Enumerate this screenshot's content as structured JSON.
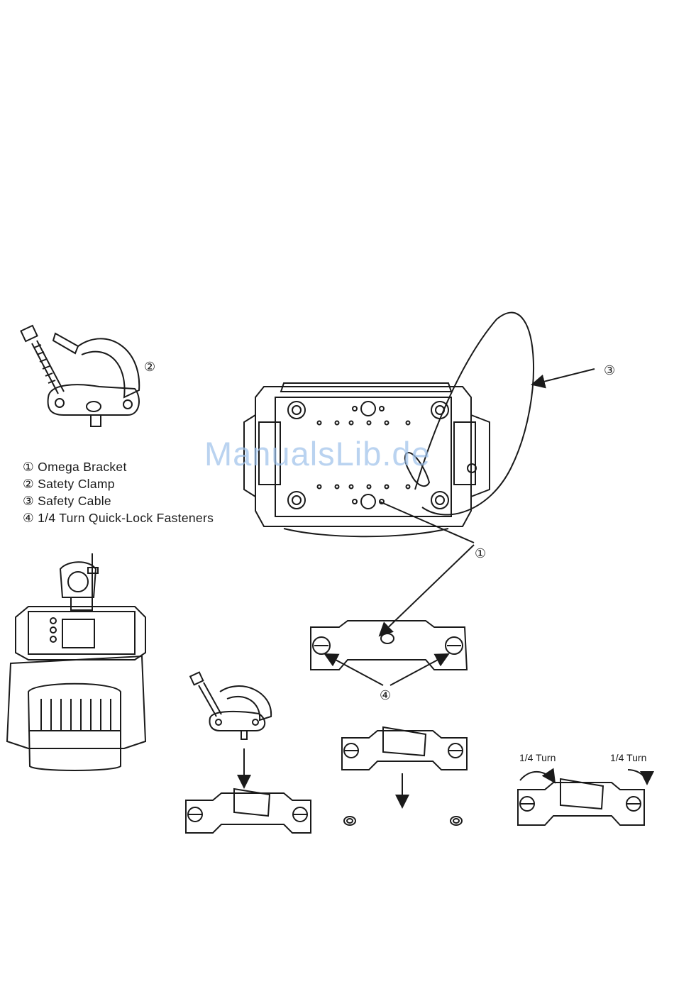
{
  "legend": {
    "items": [
      "① Omega Bracket",
      "② Satety Clamp",
      "③ Safety Cable",
      "④ 1/4 Turn Quick-Lock Fasteners"
    ]
  },
  "callouts": {
    "clamp": "②",
    "cable": "③",
    "bracket": "①",
    "fasteners": "④"
  },
  "turn_labels": {
    "left": "1/4 Turn",
    "right": "1/4 Turn"
  },
  "watermark": "ManualsLib.de",
  "colors": {
    "line": "#1a1a1a",
    "watermark": "#9ec1ea"
  }
}
